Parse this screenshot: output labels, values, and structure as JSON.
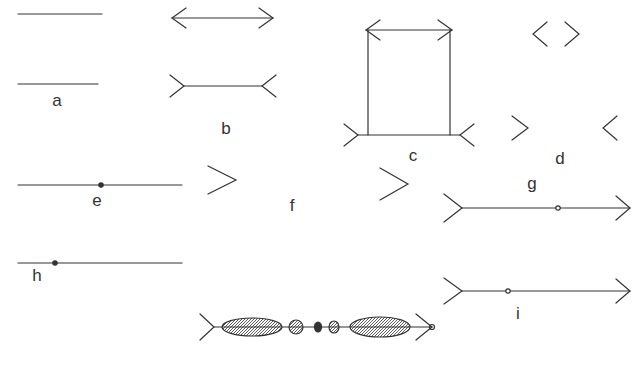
{
  "diagram": {
    "labels": [
      "a",
      "b",
      "c",
      "d",
      "e",
      "f",
      "g",
      "h",
      "i"
    ]
  }
}
